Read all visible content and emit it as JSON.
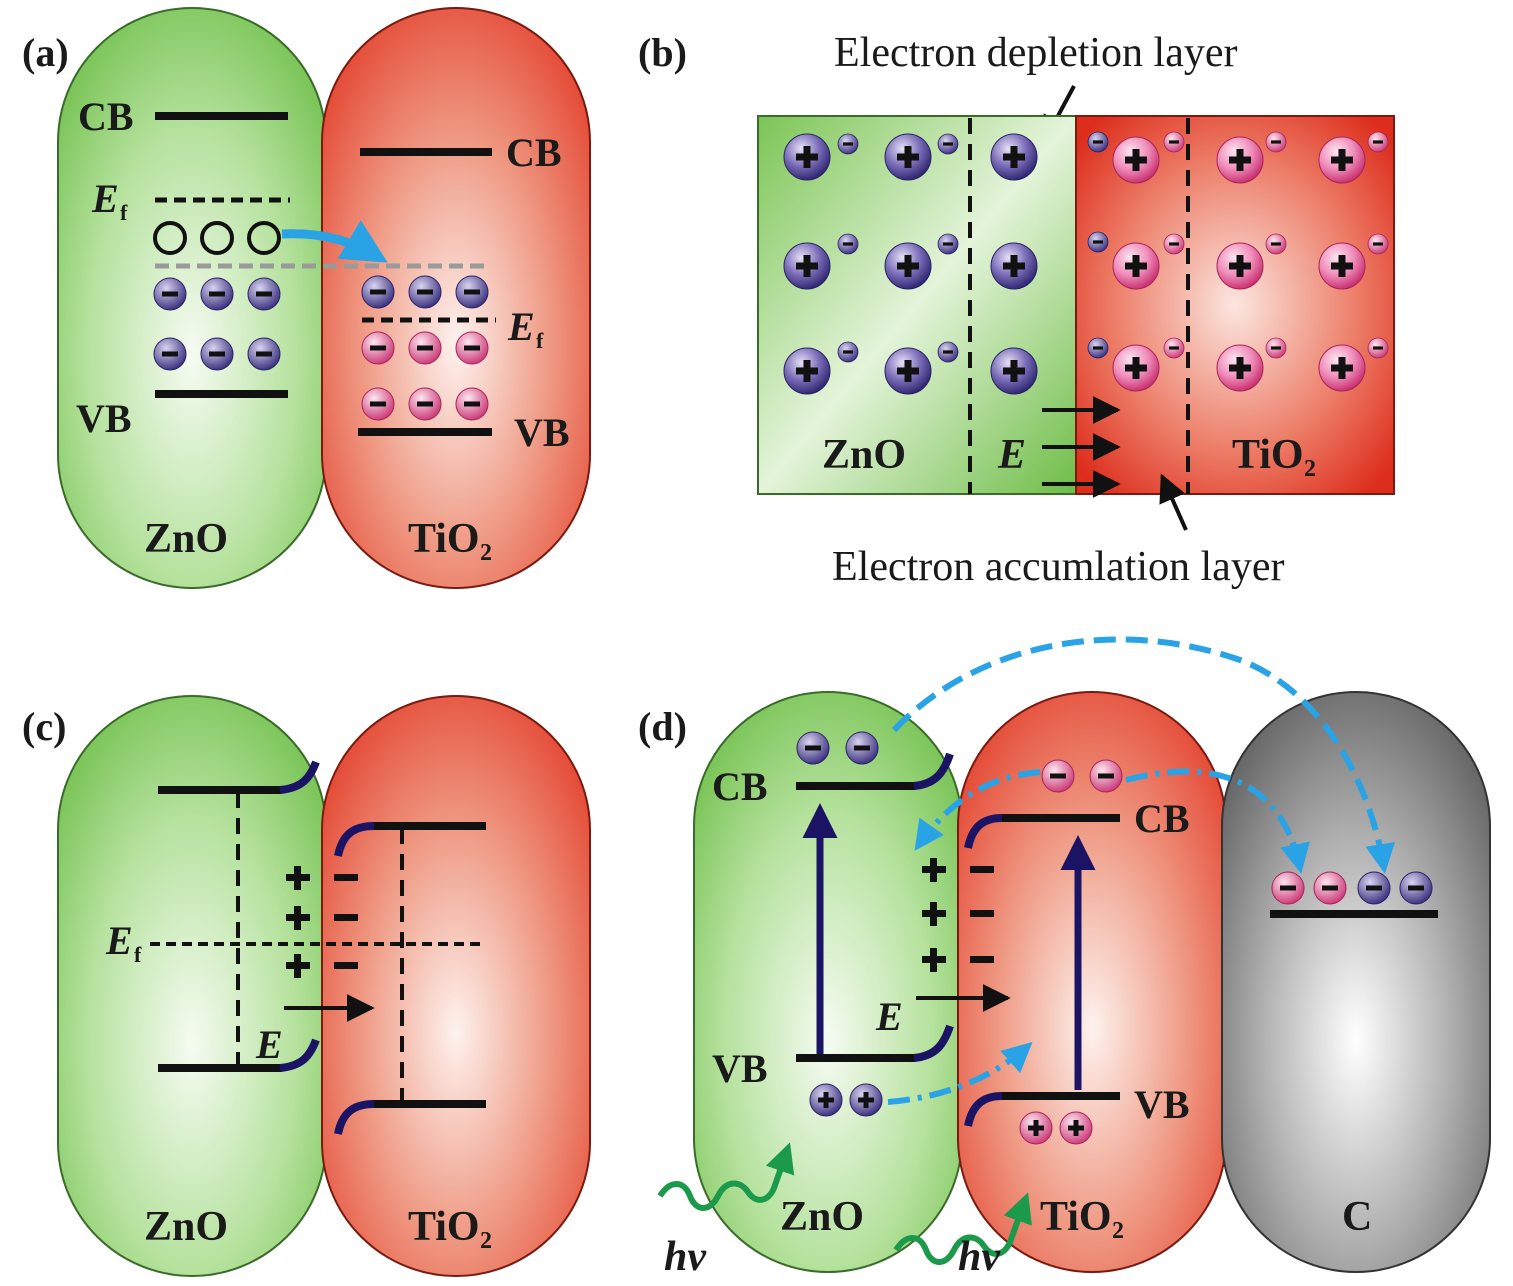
{
  "colors": {
    "zno_green": "#7cc75a",
    "tio2_red": "#e0402f",
    "carbon_gray": "#6e6e6e",
    "electron_blue": "#6b5fa8",
    "electron_pink": "#e8609a",
    "transfer_arrow": "#29a3e6",
    "photon_green": "#1a9a4a",
    "bend_navy": "#1b1464"
  },
  "panels": {
    "a": {
      "label": "(a)",
      "cb": "CB",
      "vb": "VB",
      "ef": "E",
      "ef_sub": "f",
      "cb2": "CB",
      "vb2": "VB",
      "ef2": "E",
      "ef2_sub": "f",
      "zno": "ZnO",
      "tio2": "TiO",
      "tio2_sub": "2"
    },
    "b": {
      "label": "(b)",
      "depletion": "Electron depletion layer",
      "accumulation": "Electron accumlation layer",
      "zno": "ZnO",
      "tio2": "TiO",
      "tio2_sub": "2",
      "field": "E"
    },
    "c": {
      "label": "(c)",
      "ef": "E",
      "ef_sub": "f",
      "field": "E",
      "zno": "ZnO",
      "tio2": "TiO",
      "tio2_sub": "2"
    },
    "d": {
      "label": "(d)",
      "cb": "CB",
      "vb": "VB",
      "cb2": "CB",
      "vb2": "VB",
      "field": "E",
      "zno": "ZnO",
      "tio2": "TiO",
      "tio2_sub": "2",
      "carbon": "C",
      "photon": "hv",
      "photon2": "hv"
    }
  }
}
